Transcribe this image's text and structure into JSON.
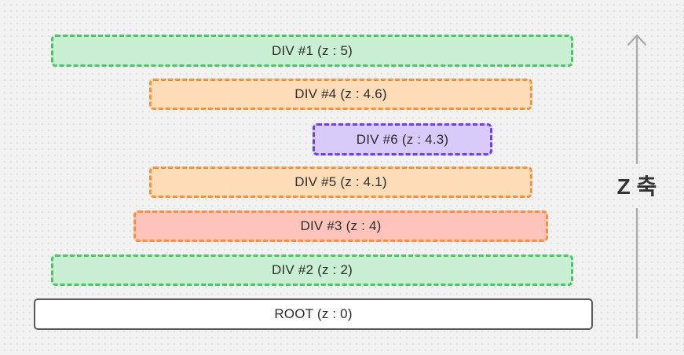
{
  "canvas": {
    "background_color": "#f2f2f3",
    "dot_color": "#e1e1e4"
  },
  "diagram": {
    "layers": [
      {
        "name": "div-1",
        "label": "DIV #1 (z : 5)",
        "z": 5,
        "background": "#c9f0d2",
        "border_color": "#4cc56a",
        "border_style": "dashed"
      },
      {
        "name": "div-4",
        "label": "DIV #4 (z : 4.6)",
        "z": 4.6,
        "background": "#fedcb8",
        "border_color": "#f5923e",
        "border_style": "dashed"
      },
      {
        "name": "div-6",
        "label": "DIV #6 (z : 4.3)",
        "z": 4.3,
        "background": "#d8caf9",
        "border_color": "#6d3ef0",
        "border_style": "dashed"
      },
      {
        "name": "div-5",
        "label": "DIV #5 (z : 4.1)",
        "z": 4.1,
        "background": "#fedcb8",
        "border_color": "#f5923e",
        "border_style": "dashed"
      },
      {
        "name": "div-3",
        "label": "DIV #3 (z : 4)",
        "z": 4,
        "background": "#fec3ba",
        "border_color": "#f5923e",
        "border_style": "dashed"
      },
      {
        "name": "div-2",
        "label": "DIV #2 (z : 2)",
        "z": 2,
        "background": "#c9f0d2",
        "border_color": "#4cc56a",
        "border_style": "dashed"
      },
      {
        "name": "root",
        "label": "ROOT (z : 0)",
        "z": 0,
        "background": "#ffffff",
        "border_color": "#5a5a5a",
        "border_style": "solid"
      }
    ],
    "z_axis": {
      "label": "Z 축",
      "direction": "up",
      "arrow_color": "#a8a8a8"
    }
  }
}
